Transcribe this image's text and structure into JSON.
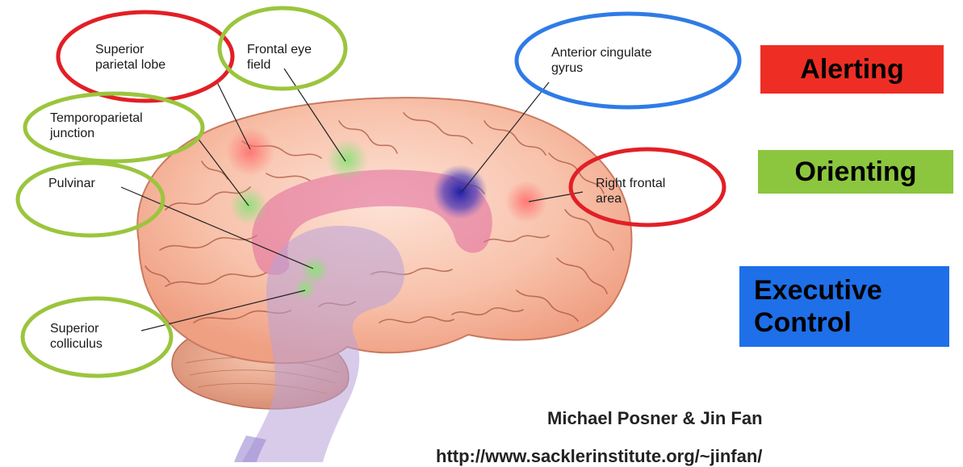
{
  "regions": {
    "superior_parietal_lobe": "Superior\nparietal lobe",
    "frontal_eye_field": "Frontal eye\nfield",
    "temporoparietal_junction": "Temporoparietal\njunction",
    "pulvinar": "Pulvinar",
    "superior_colliculus": "Superior\ncolliculus",
    "anterior_cingulate_gyrus": "Anterior cingulate\ngyrus",
    "right_frontal_area": "Right frontal\narea"
  },
  "networks": {
    "alerting": {
      "label": "Alerting",
      "color": "#ee2e24"
    },
    "orienting": {
      "label": "Orienting",
      "color": "#8cc63f"
    },
    "executive": {
      "label": "Executive\nControl",
      "color": "#1e6fe8"
    }
  },
  "circle_colors": {
    "red": "#e21f26",
    "green": "#9bc53d",
    "blue": "#2f7be6"
  },
  "credit": {
    "authors": "Michael Posner & Jin Fan",
    "url": "http://www.sacklerinstitute.org/~jinfan/"
  }
}
